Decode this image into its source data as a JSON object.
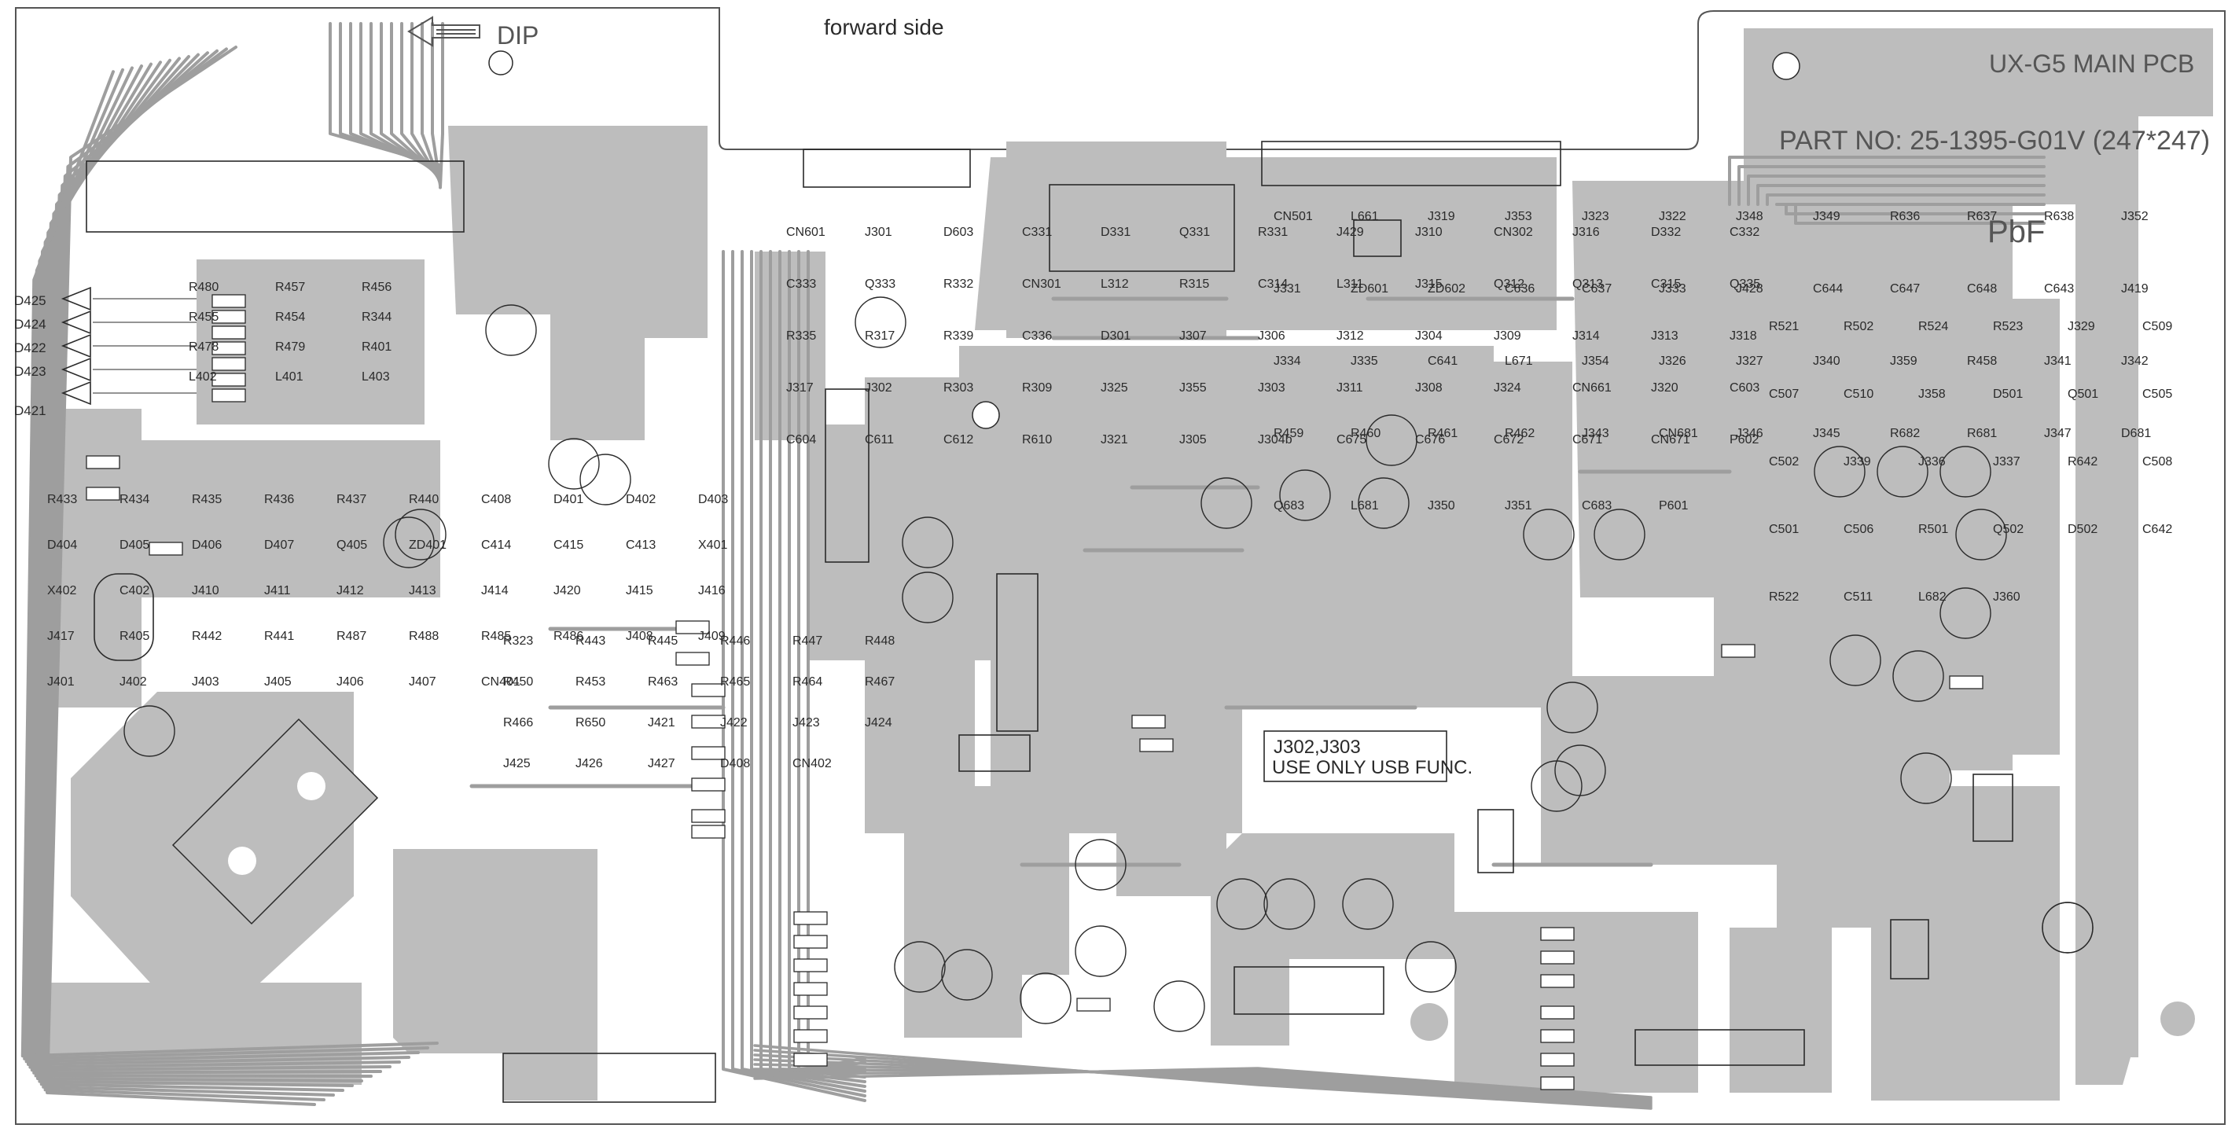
{
  "caption": "forward side",
  "board": {
    "dip_label": "DIP",
    "title": "UX-G5 MAIN PCB",
    "part_no": "PART NO: 25-1395-G01V (247*247)",
    "pbf": "PbF",
    "usb_note_line1": "J302,J303",
    "usb_note_line2": "USE ONLY USB FUNC."
  },
  "colors": {
    "copper": "#bdbdbd",
    "trace": "#9e9e9e",
    "silk": "#2a2a2a",
    "background": "#ffffff"
  },
  "labels": {
    "leds": [
      "D425",
      "D424",
      "D422",
      "D423",
      "D421"
    ],
    "left_resistors": [
      "R480",
      "R457",
      "R456",
      "R455",
      "R454",
      "R344",
      "R478",
      "R479",
      "R401",
      "L402",
      "L401",
      "L403"
    ],
    "left_misc": [
      "R433",
      "R434",
      "R435",
      "R436",
      "R437",
      "R440",
      "C408",
      "D401",
      "D402",
      "D403",
      "D404",
      "D405",
      "D406",
      "D407",
      "Q405",
      "ZD401",
      "C414",
      "C415",
      "C413",
      "X401",
      "X402",
      "C402",
      "J410",
      "J411",
      "J412",
      "J413",
      "J414",
      "J420",
      "J415",
      "J416",
      "J417",
      "R405",
      "R442",
      "R441",
      "R487",
      "R488",
      "R485",
      "R486",
      "J408",
      "J409",
      "J401",
      "J402",
      "J403",
      "J405",
      "J406",
      "J407",
      "CN401"
    ],
    "center_left": [
      "R323",
      "R443",
      "R445",
      "R446",
      "R447",
      "R448",
      "R450",
      "R453",
      "R463",
      "R465",
      "R464",
      "R467",
      "R466",
      "R650",
      "J421",
      "J422",
      "J423",
      "J424",
      "J425",
      "J426",
      "J427",
      "D408",
      "CN402"
    ],
    "center": [
      "CN601",
      "J301",
      "D603",
      "C331",
      "D331",
      "Q331",
      "R331",
      "J429",
      "J310",
      "CN302",
      "J316",
      "D332",
      "C332",
      "C333",
      "Q333",
      "R332",
      "CN301",
      "L312",
      "R315",
      "C314",
      "L311",
      "J315",
      "Q312",
      "Q313",
      "C315",
      "Q335",
      "R335",
      "R317",
      "R339",
      "C336",
      "D301",
      "J307",
      "J306",
      "J312",
      "J304",
      "J309",
      "J314",
      "J313",
      "J318",
      "J317",
      "J302",
      "R303",
      "R309",
      "J325",
      "J355",
      "J303",
      "J311",
      "J308",
      "J324",
      "CN661",
      "J320",
      "C603",
      "C604",
      "C611",
      "C612",
      "R610",
      "J321",
      "J305",
      "J304b",
      "C675",
      "C676",
      "C672",
      "C671",
      "CN671",
      "P602"
    ],
    "center_right": [
      "CN501",
      "L661",
      "J319",
      "J353",
      "J323",
      "J322",
      "J348",
      "J349",
      "R636",
      "R637",
      "R638",
      "J352",
      "J331",
      "ZD601",
      "ZD602",
      "C636",
      "C637",
      "J333",
      "J428",
      "C644",
      "C647",
      "C648",
      "C643",
      "J419",
      "J334",
      "J335",
      "C641",
      "L671",
      "J354",
      "J326",
      "J327",
      "J340",
      "J359",
      "R458",
      "J341",
      "J342",
      "R459",
      "R460",
      "R461",
      "R462",
      "J343",
      "CN681",
      "J346",
      "J345",
      "R682",
      "R681",
      "J347",
      "D681",
      "Q683",
      "L681",
      "J350",
      "J351",
      "C683",
      "P601"
    ],
    "right": [
      "R521",
      "R502",
      "R524",
      "R523",
      "J329",
      "C509",
      "C507",
      "C510",
      "J358",
      "D501",
      "Q501",
      "C505",
      "C502",
      "J339",
      "J336",
      "J337",
      "R642",
      "C508",
      "C501",
      "C506",
      "R501",
      "Q502",
      "D502",
      "C642",
      "R522",
      "C511",
      "L682",
      "J360"
    ]
  }
}
